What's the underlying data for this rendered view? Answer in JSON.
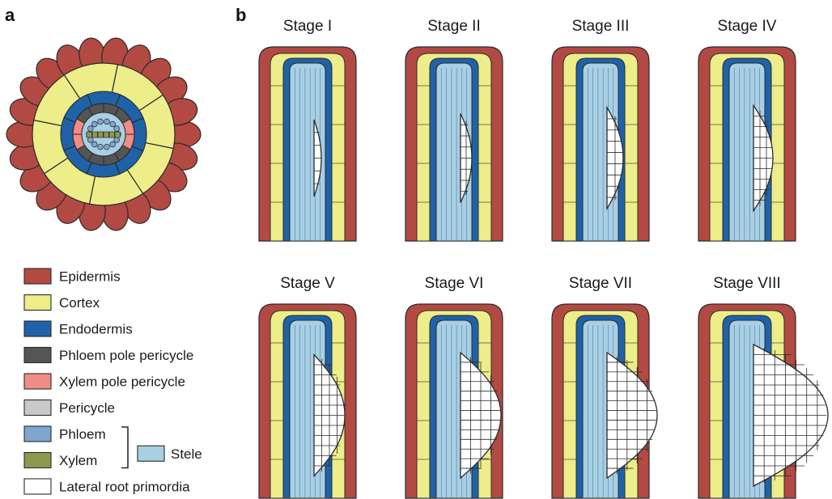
{
  "panels": {
    "a": "a",
    "b": "b"
  },
  "colors": {
    "epidermis": "#b24a43",
    "cortex": "#eded8a",
    "endodermis": "#1f62a8",
    "phloem_pole_pericycle": "#555555",
    "xylem_pole_pericycle": "#f08c86",
    "pericycle": "#c8c8c8",
    "phloem": "#7fa6cf",
    "xylem": "#8c9a4e",
    "stele": "#a8cfe3",
    "primordia": "#ffffff",
    "outline": "#2a2a2a"
  },
  "stages": [
    {
      "label": "Stage I"
    },
    {
      "label": "Stage II"
    },
    {
      "label": "Stage III"
    },
    {
      "label": "Stage IV"
    },
    {
      "label": "Stage V"
    },
    {
      "label": "Stage VI"
    },
    {
      "label": "Stage VII"
    },
    {
      "label": "Stage VIII"
    }
  ],
  "legend": {
    "items": [
      {
        "label": "Epidermis",
        "color_key": "epidermis"
      },
      {
        "label": "Cortex",
        "color_key": "cortex"
      },
      {
        "label": "Endodermis",
        "color_key": "endodermis"
      },
      {
        "label": "Phloem pole pericycle",
        "color_key": "phloem_pole_pericycle"
      },
      {
        "label": "Xylem pole pericycle",
        "color_key": "xylem_pole_pericycle"
      },
      {
        "label": "Pericycle",
        "color_key": "pericycle"
      },
      {
        "label": "Phloem",
        "color_key": "phloem"
      },
      {
        "label": "Xylem",
        "color_key": "xylem"
      },
      {
        "label": "Lateral root primordia",
        "color_key": "primordia"
      }
    ],
    "stele_label": "Stele"
  }
}
